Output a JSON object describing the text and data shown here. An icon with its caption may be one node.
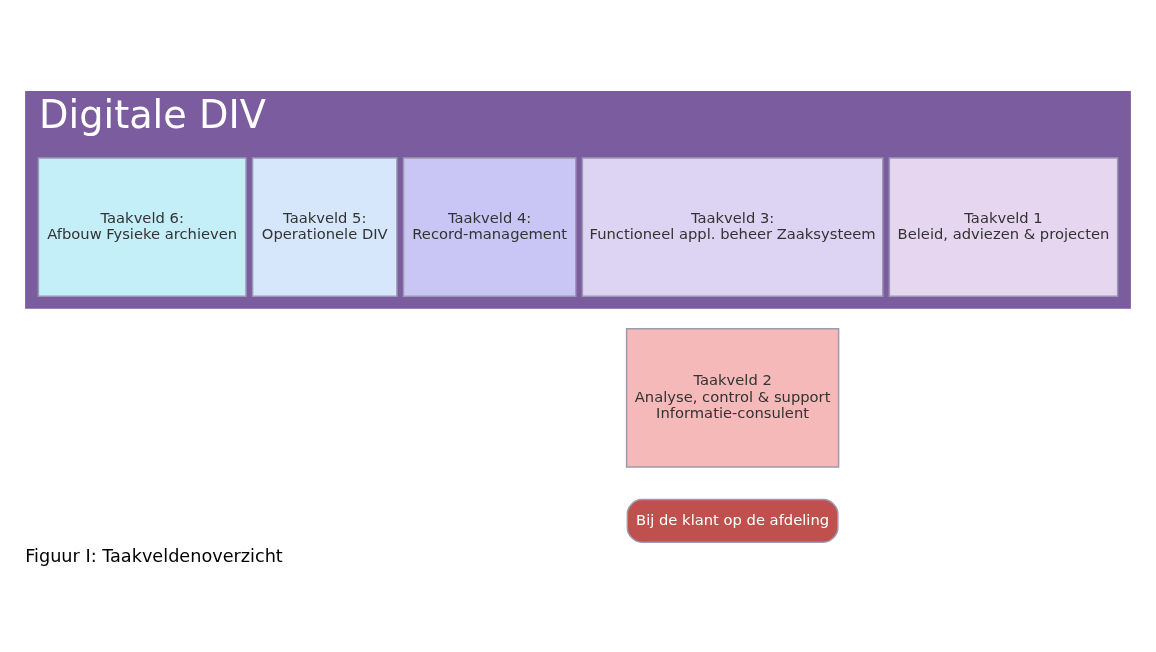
{
  "diagram": {
    "caption": "Figuur I: Taakveldenoverzicht",
    "nodes": [
      {
        "text": [
          "Digitale DIV"
        ]
      },
      {
        "text": [
          "Taakveld 1",
          "Beleid, adviezen & projecten"
        ],
        "in": 0
      },
      {
        "text": [
          "Taakveld 3:",
          "Functioneel appl. beheer Zaaksysteem"
        ],
        "in": 0
      },
      {
        "text": [
          "Taakveld 4:",
          "Record-management"
        ],
        "in": 0
      },
      {
        "text": [
          "Taakveld 5:",
          "Operationele DIV"
        ],
        "in": 0
      },
      {
        "text": [
          "Taakveld 6:",
          "Afbouw Fysieke archieven"
        ],
        "in": 0
      },
      {
        "text": [
          "Taakveld 2",
          "Analyse, control & support",
          "Informatie-consulent"
        ]
      },
      {
        "text": [
          "Bij de klant op de afdeling"
        ]
      }
    ],
    "edges": []
  }
}
